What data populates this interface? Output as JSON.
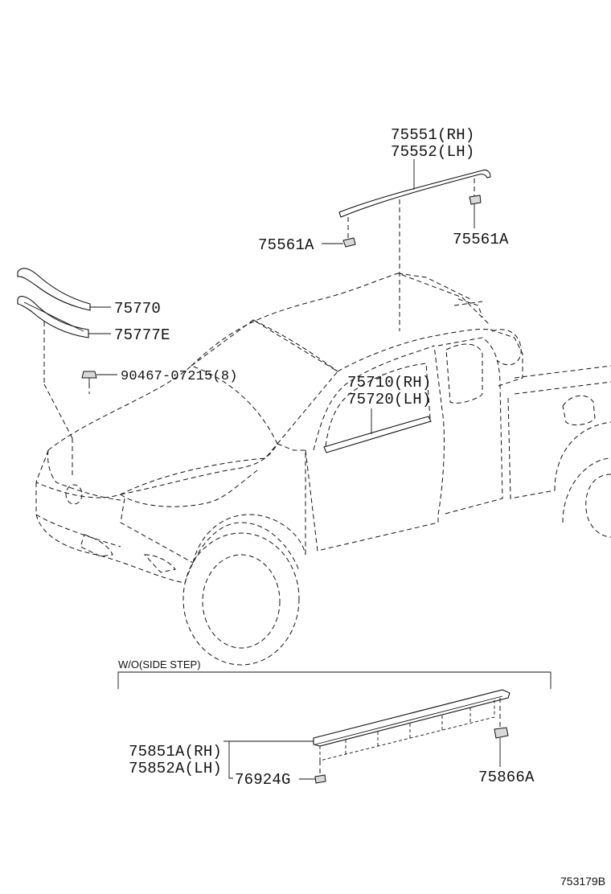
{
  "parts": {
    "roof_molding_rh": "75551(RH)",
    "roof_molding_lh": "75552(LH)",
    "clip_left": "75561A",
    "clip_right": "75561A",
    "hood_molding": "75770",
    "hood_molding_sub": "75777E",
    "clip_screw": "90467-07215(8)",
    "door_molding_rh": "75710(RH)",
    "door_molding_lh": "75720(LH)",
    "rocker_molding_rh": "75851A(RH)",
    "rocker_molding_lh": "75852A(LH)",
    "rocker_clip": "76924G",
    "rocker_nut": "75866A"
  },
  "section": {
    "title": "W/O(SIDE STEP)"
  },
  "diagram_id": "753179B"
}
